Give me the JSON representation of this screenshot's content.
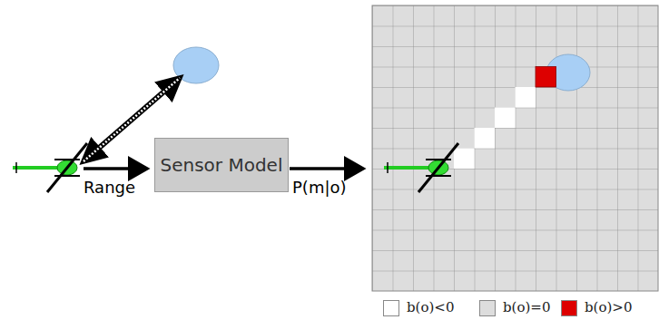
{
  "diagram": {
    "nodes": [
      {
        "text": [
          "Sensor Model"
        ]
      }
    ],
    "labels": [
      "Range",
      "P(m|o)"
    ],
    "legend": [
      {
        "text": "b(o)<0",
        "color": "#ffffff"
      },
      {
        "text": "b(o)=0",
        "color": "#dddddd"
      },
      {
        "text": "b(o)>0",
        "color": "#dd0000"
      }
    ]
  }
}
